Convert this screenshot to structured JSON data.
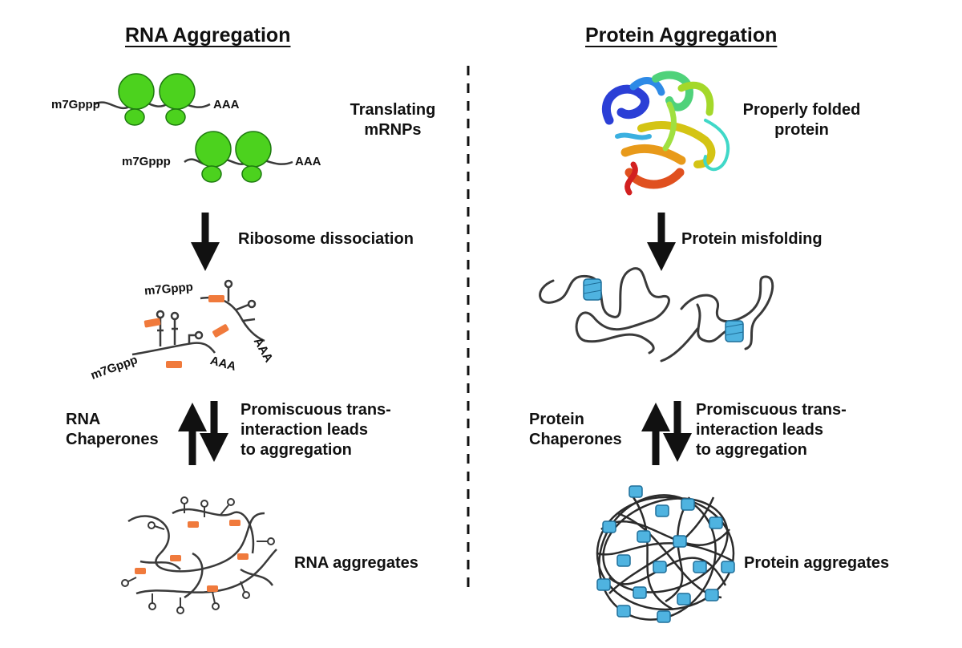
{
  "titles": {
    "left": "RNA Aggregation",
    "right": "Protein Aggregation"
  },
  "rna": {
    "cap": "m7Gppp",
    "tail": "AAA",
    "translating_l1": "Translating",
    "translating_l2": "mRNPs",
    "step1": "Ribosome dissociation",
    "chaperones_l1": "RNA",
    "chaperones_l2": "Chaperones",
    "promisc_l1": "Promiscuous trans-",
    "promisc_l2": "interaction leads",
    "promisc_l3": "to aggregation",
    "aggregates": "RNA aggregates"
  },
  "protein": {
    "folded_l1": "Properly folded",
    "folded_l2": "protein",
    "step1": "Protein misfolding",
    "chaperones_l1": "Protein",
    "chaperones_l2": "Chaperones",
    "promisc_l1": "Promiscuous trans-",
    "promisc_l2": "interaction leads",
    "promisc_l3": "to aggregation",
    "aggregates": "Protein aggregates"
  },
  "colors": {
    "ribosome": "#4cd21e",
    "rbp": "#f07a3c",
    "helix": "#4fb3e0",
    "line": "#3a3a3a",
    "arrow": "#111111"
  }
}
